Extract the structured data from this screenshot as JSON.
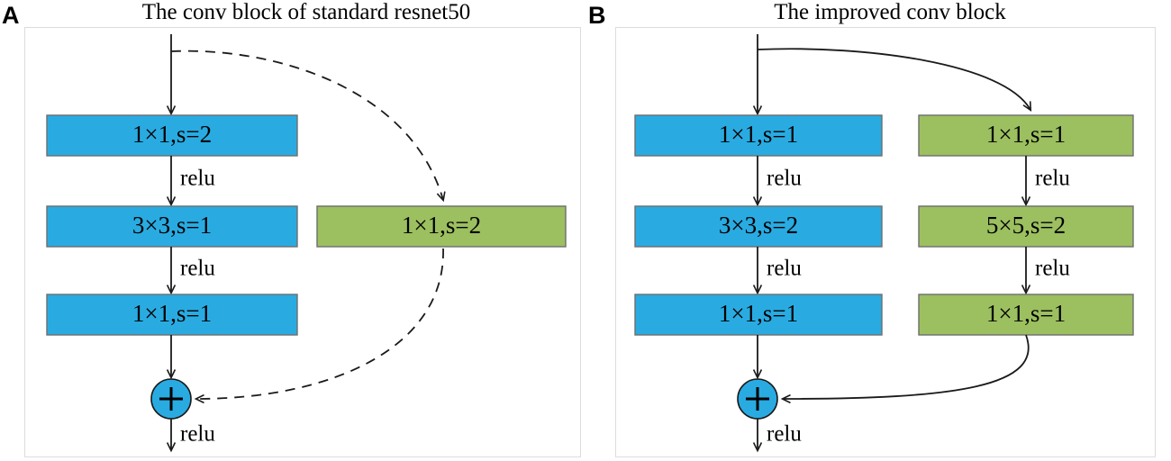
{
  "figure": {
    "background": "#ffffff",
    "colors": {
      "blue_box": "#29abe2",
      "green_box": "#9cbf60",
      "box_border": "#6e6e6e",
      "line": "#1a1a1a",
      "frame_border": "#dcdcdc"
    }
  },
  "panels": [
    {
      "letter": "A",
      "title": "The conv block of standard resnet50",
      "main_branch": [
        {
          "label": "1×1,s=2",
          "color": "blue"
        },
        {
          "label": "3×3,s=1",
          "color": "blue"
        },
        {
          "label": "1×1,s=1",
          "color": "blue"
        }
      ],
      "shortcut_branch": [
        {
          "label": "1×1,s=2",
          "color": "green"
        }
      ],
      "edge_labels": {
        "main_1": "relu",
        "main_2": "relu",
        "output": "relu"
      },
      "merge": {
        "symbol": "+",
        "type": "add-circle"
      },
      "shortcut_style": "dashed"
    },
    {
      "letter": "B",
      "title": "The improved conv block",
      "main_branch": [
        {
          "label": "1×1,s=1",
          "color": "blue"
        },
        {
          "label": "3×3,s=2",
          "color": "blue"
        },
        {
          "label": "1×1,s=1",
          "color": "blue"
        }
      ],
      "shortcut_branch": [
        {
          "label": "1×1,s=1",
          "color": "green"
        },
        {
          "label": "5×5,s=2",
          "color": "green"
        },
        {
          "label": "1×1,s=1",
          "color": "green"
        }
      ],
      "edge_labels": {
        "main_1": "relu",
        "main_2": "relu",
        "shortcut_1": "relu",
        "shortcut_2": "relu",
        "output": "relu"
      },
      "merge": {
        "symbol": "+",
        "type": "add-circle"
      },
      "shortcut_style": "solid"
    }
  ]
}
